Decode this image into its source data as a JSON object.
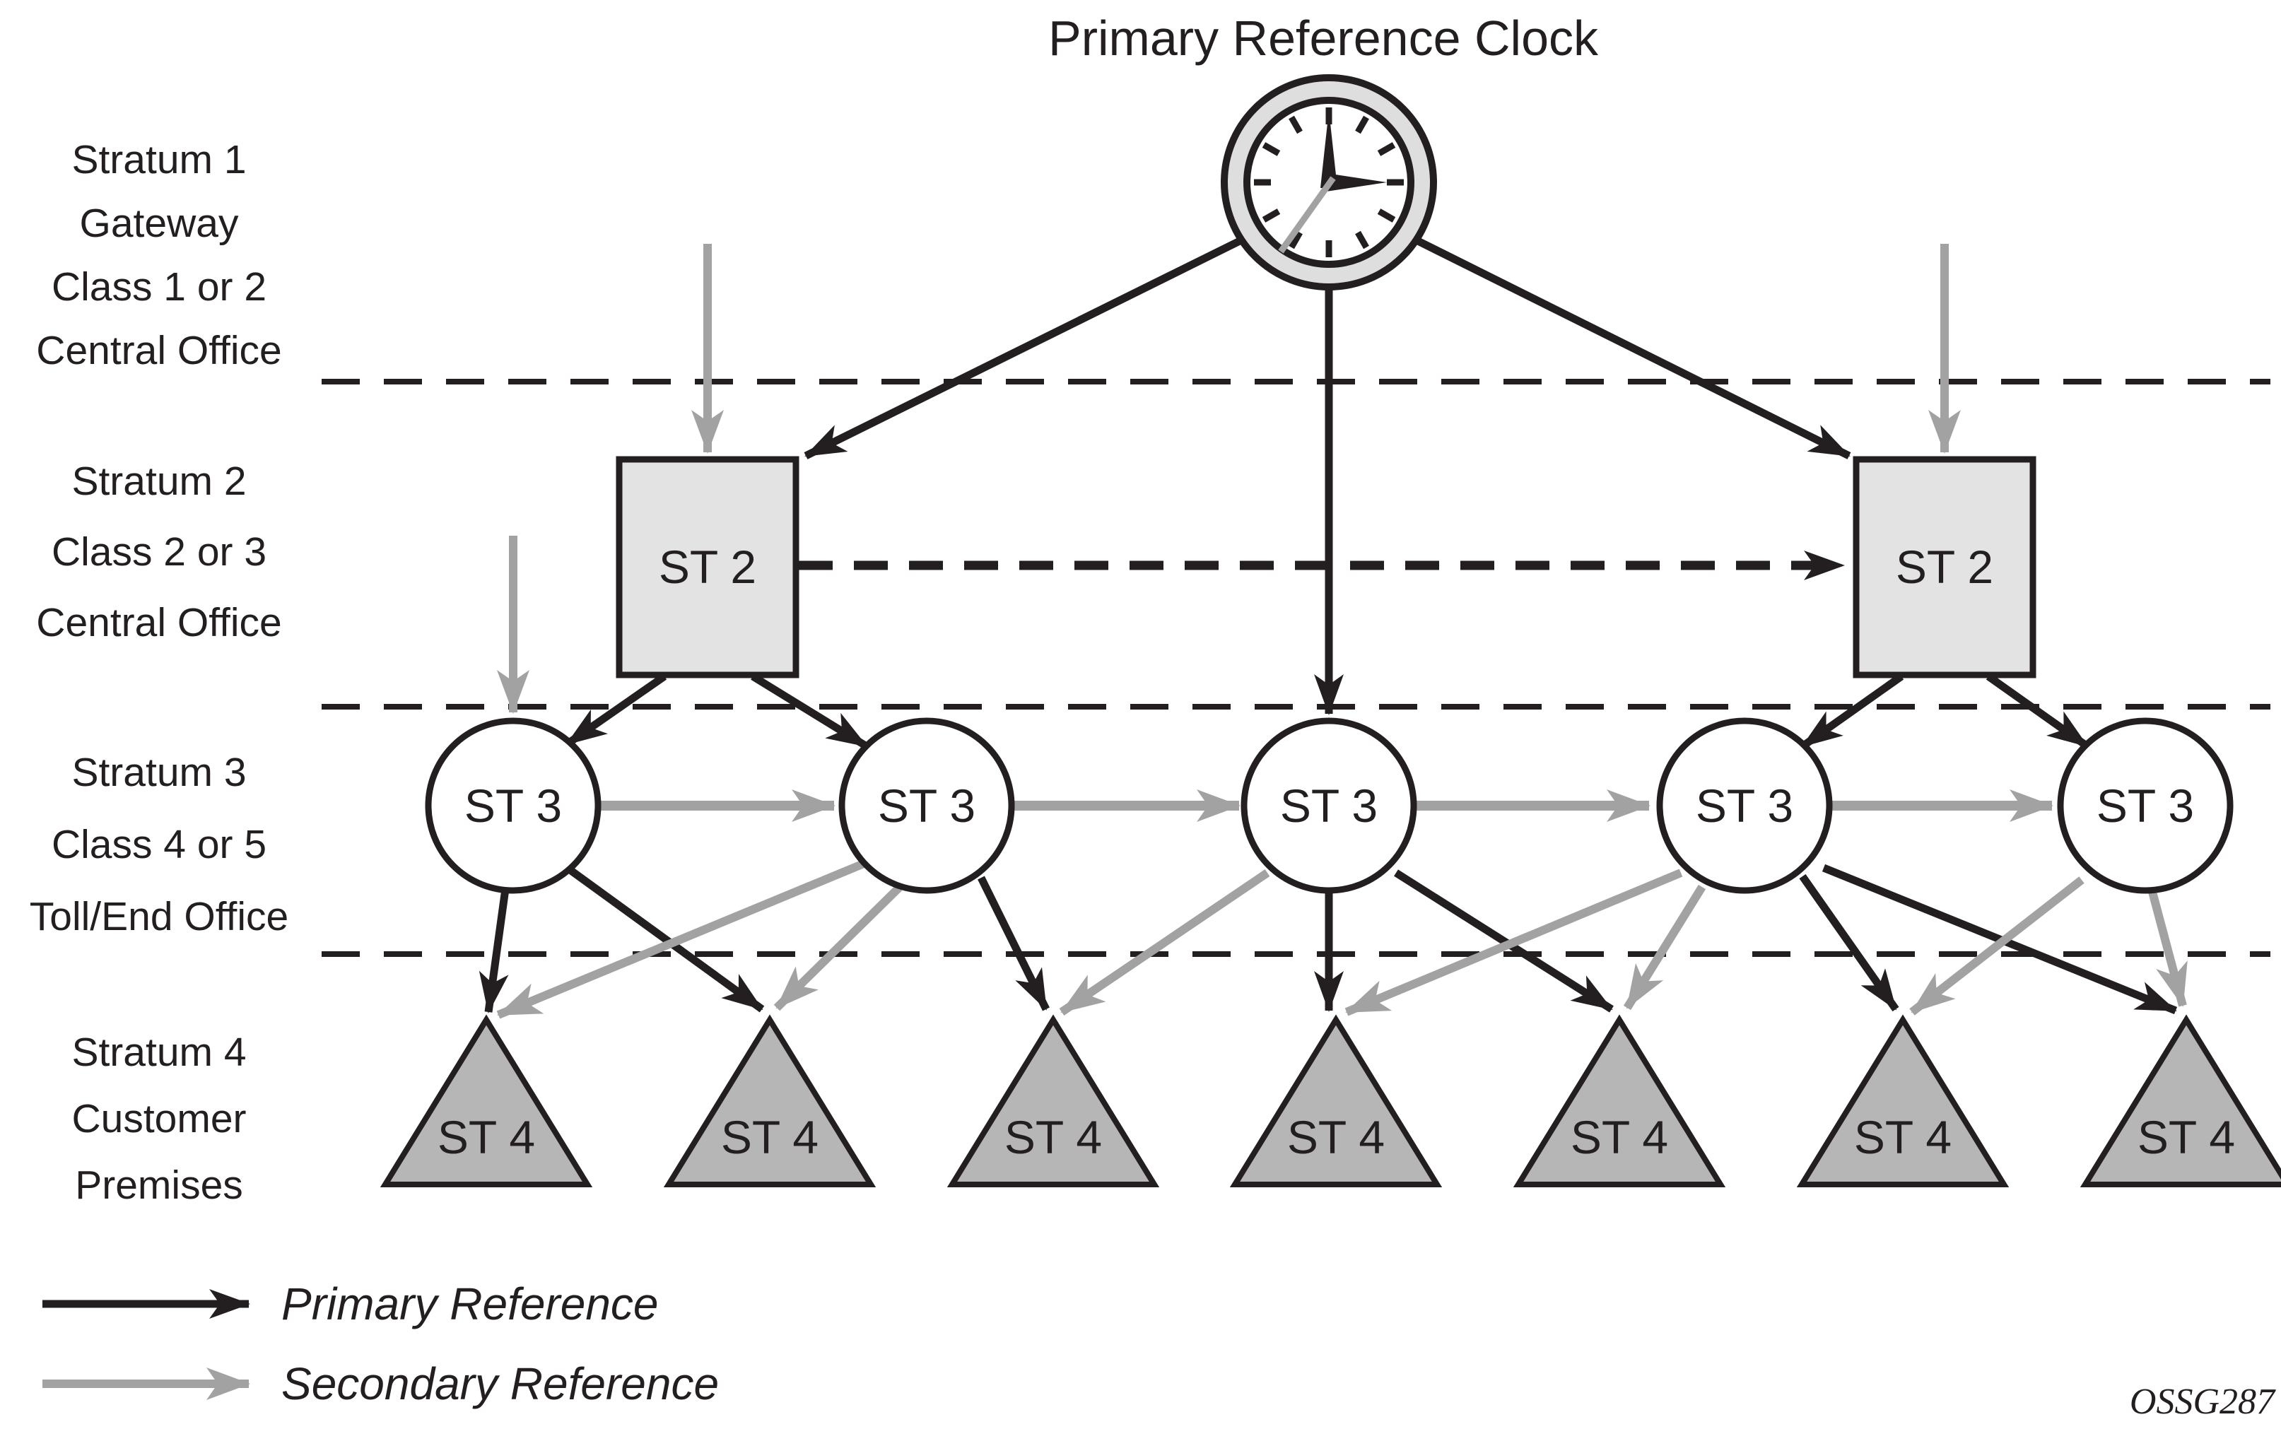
{
  "title": "Primary Reference Clock",
  "watermark": "OSSG287",
  "strata": [
    {
      "lines": [
        "Stratum 1",
        "Gateway",
        "Class 1 or 2",
        "Central Office"
      ]
    },
    {
      "lines": [
        "Stratum 2",
        "Class 2 or 3",
        "Central Office"
      ]
    },
    {
      "lines": [
        "Stratum 3",
        "Class 4 or 5",
        "Toll/End Office"
      ]
    },
    {
      "lines": [
        "Stratum 4",
        "Customer",
        "Premises"
      ]
    }
  ],
  "nodes": {
    "st2_label": "ST 2",
    "st3_label": "ST 3",
    "st4_label": "ST 4"
  },
  "legend": {
    "primary_label": "Primary Reference",
    "secondary_label": "Secondary Reference"
  },
  "icons": {
    "clock": "analog-clock showing 3:00 with gray second hand"
  },
  "colors": {
    "ink": "#231f20",
    "gray": "#a2a2a2",
    "box_fill": "#e4e3e3",
    "triangle_fill": "#b7b6b6",
    "clock_ring_fill": "#dedede"
  }
}
